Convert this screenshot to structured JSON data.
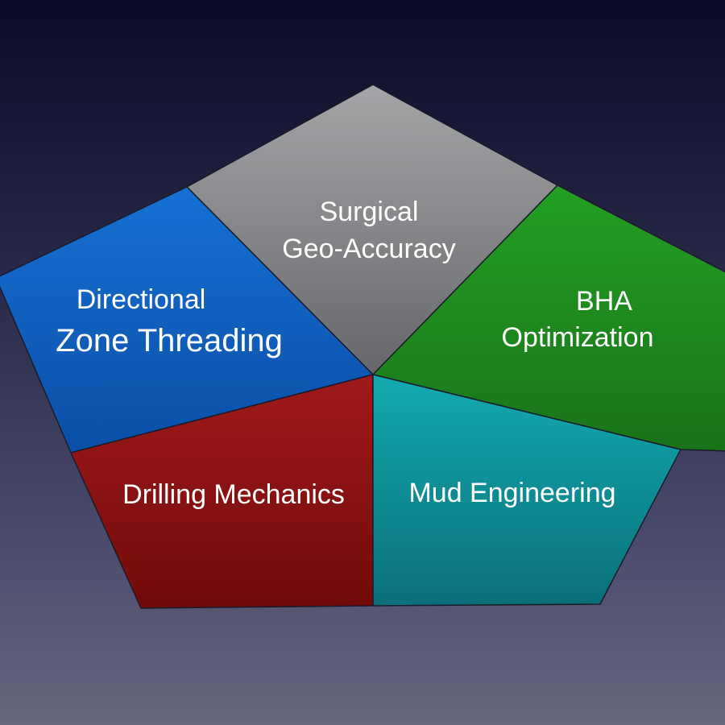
{
  "diagram": {
    "segments": [
      {
        "id": "gray",
        "lines": [
          "Surgical",
          "Geo-Accuracy"
        ],
        "color": "#8a8b8d"
      },
      {
        "id": "blue",
        "lines": [
          "Directional",
          "Zone Threading"
        ],
        "color": "#1160c0"
      },
      {
        "id": "green",
        "lines": [
          "BHA",
          "Optimization"
        ],
        "color": "#1f8f1f"
      },
      {
        "id": "red",
        "lines": [
          "Drilling Mechanics"
        ],
        "color": "#8e1414"
      },
      {
        "id": "teal",
        "lines": [
          "Mud Engineering"
        ],
        "color": "#0f9ea3"
      }
    ]
  }
}
